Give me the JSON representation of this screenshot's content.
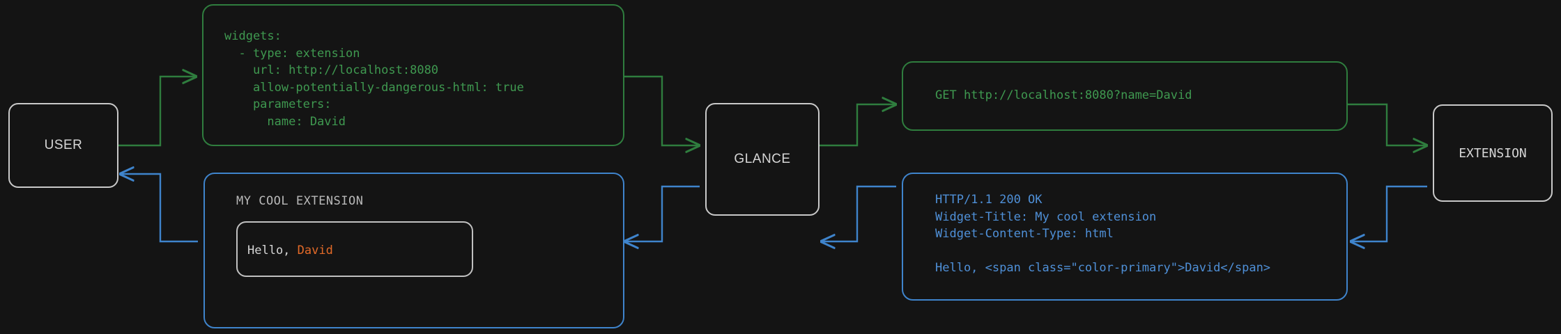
{
  "diagram": {
    "background": "#141414",
    "colors": {
      "request_green": "#2f7d3e",
      "request_green_text": "#3f9950",
      "response_blue": "#3f84cc",
      "response_blue_text": "#4f90d8",
      "node_border": "#c9c9c9",
      "node_text": "#d6d6d6",
      "accent_orange": "#e36a28"
    },
    "nodes": {
      "user": "USER",
      "glance": "GLANCE",
      "extension": "EXTENSION"
    },
    "config_yaml": {
      "lines": [
        "widgets:",
        "  - type: extension",
        "    url: http://localhost:8080",
        "    allow-potentially-dangerous-html: true",
        "    parameters:",
        "      name: David"
      ]
    },
    "http_request": {
      "lines": [
        "GET http://localhost:8080?name=David"
      ]
    },
    "http_response": {
      "lines": [
        "HTTP/1.1 200 OK",
        "Widget-Title: My cool extension",
        "Widget-Content-Type: html",
        "",
        "Hello, <span class=\"color-primary\">David</span>"
      ]
    },
    "rendered_widget": {
      "title": "MY COOL EXTENSION",
      "body_prefix": "Hello, ",
      "body_accent": "David"
    }
  }
}
